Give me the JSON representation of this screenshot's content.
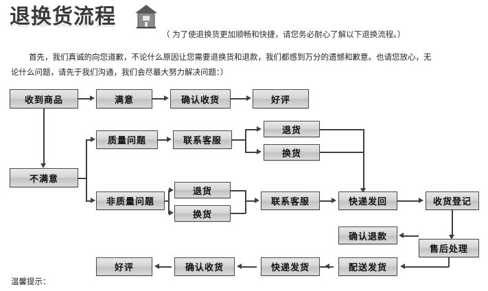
{
  "header": {
    "title": "退换货流程",
    "icon": "house-icon",
    "note": "（ 为了使退换货更加顺畅和快捷，请您务必耐心了解以下退换流程。）"
  },
  "intro": {
    "line1": "首先，我们真诚的向您道歉，不论什么原因让您需要退换货和退款，我们都感到万分的遗憾和歉意。也请您放心，无",
    "line2": "论什么问题，请先于我们沟通，我们会尽最大努力解决问题：）"
  },
  "flow": {
    "nodes": [
      {
        "id": "received",
        "label": "收到商品"
      },
      {
        "id": "satisfied",
        "label": "满意"
      },
      {
        "id": "confirm1",
        "label": "确认收货"
      },
      {
        "id": "praise1",
        "label": "好评"
      },
      {
        "id": "unsatisfied",
        "label": "不满意"
      },
      {
        "id": "quality",
        "label": "质量问题"
      },
      {
        "id": "service1",
        "label": "联系客服"
      },
      {
        "id": "return1",
        "label": "退货"
      },
      {
        "id": "exchange1",
        "label": "换货"
      },
      {
        "id": "nonquality",
        "label": "非质量问题"
      },
      {
        "id": "return2",
        "label": "退货"
      },
      {
        "id": "exchange2",
        "label": "换货"
      },
      {
        "id": "service2",
        "label": "联系客服"
      },
      {
        "id": "shipback",
        "label": "快递发回"
      },
      {
        "id": "register",
        "label": "收货登记"
      },
      {
        "id": "refund",
        "label": "确认退款"
      },
      {
        "id": "aftersale",
        "label": "售后处理"
      },
      {
        "id": "dispatch",
        "label": "配送发货"
      },
      {
        "id": "shipout",
        "label": "快递发货"
      },
      {
        "id": "confirm2",
        "label": "确认收货"
      },
      {
        "id": "praise2",
        "label": "好评"
      }
    ]
  },
  "footer": {
    "tip": "温馨提示："
  },
  "colors": {
    "title": "#3a3a3a",
    "reflection": "#cfcfcf",
    "box_border": "#4a4a4a",
    "box_fill": "#d6d6d6",
    "line": "#3f3f3f",
    "text": "#1d1d1d"
  }
}
